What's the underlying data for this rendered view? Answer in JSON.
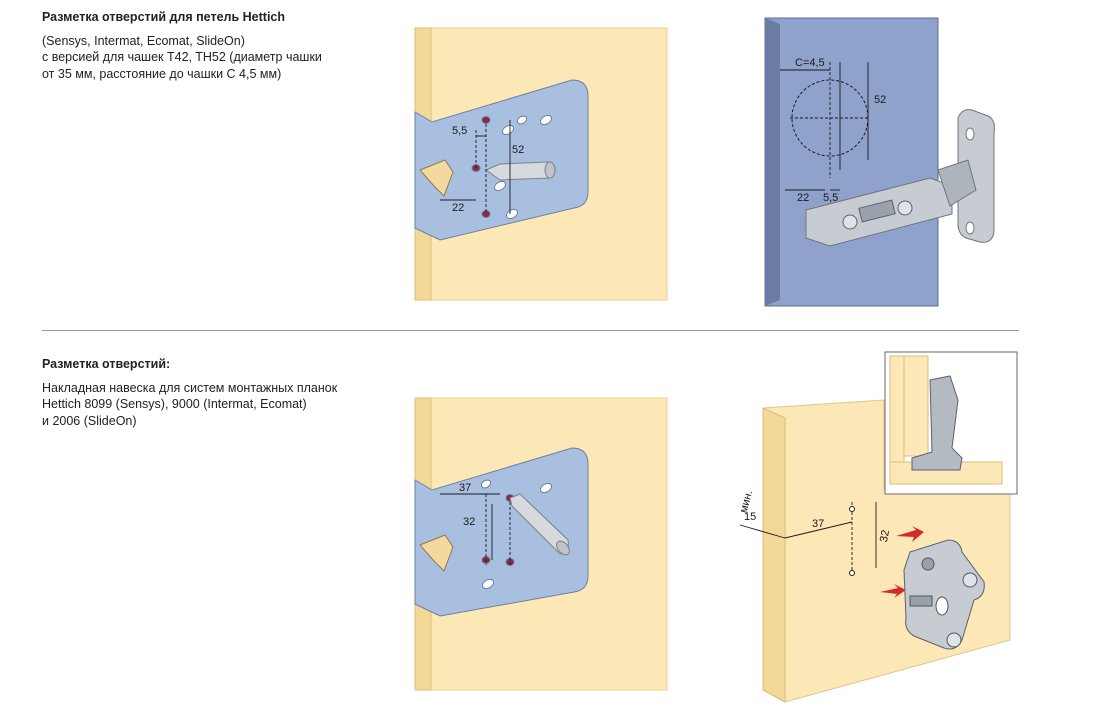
{
  "section1": {
    "title": "Разметка отверстий для петель Hettich",
    "lines": [
      "(Sensys, Intermat, Ecomat, SlideOn)",
      "с версией для чашек T42, TH52 (диаметр чашки",
      "от 35 мм, расстояние до чашки С 4,5 мм)"
    ],
    "template_dims": {
      "offset": "5,5",
      "spacing": "52",
      "edge": "22"
    },
    "door_dims": {
      "c": "C=4,5",
      "spacing": "52",
      "edge": "22",
      "offset": "5,5"
    }
  },
  "section2": {
    "title": "Разметка отверстий:",
    "lines": [
      "Накладная навеска для систем монтажных планок",
      "Hettich 8099 (Sensys), 9000 (Intermat, Ecomat)",
      "и 2006 (SlideOn)"
    ],
    "template_dims": {
      "edge": "37",
      "spacing": "32"
    },
    "cabinet_dims": {
      "min_label": "мин.",
      "min_value": "15",
      "edge": "37",
      "spacing": "32"
    }
  },
  "colors": {
    "wood": "#fbe8b6",
    "wood_edge": "#e9cf8c",
    "template_blue": "#a9bfe0",
    "door_blue": "#8fa2cc",
    "metal": "#c7ccd3",
    "marker_red": "#d62a2a"
  }
}
